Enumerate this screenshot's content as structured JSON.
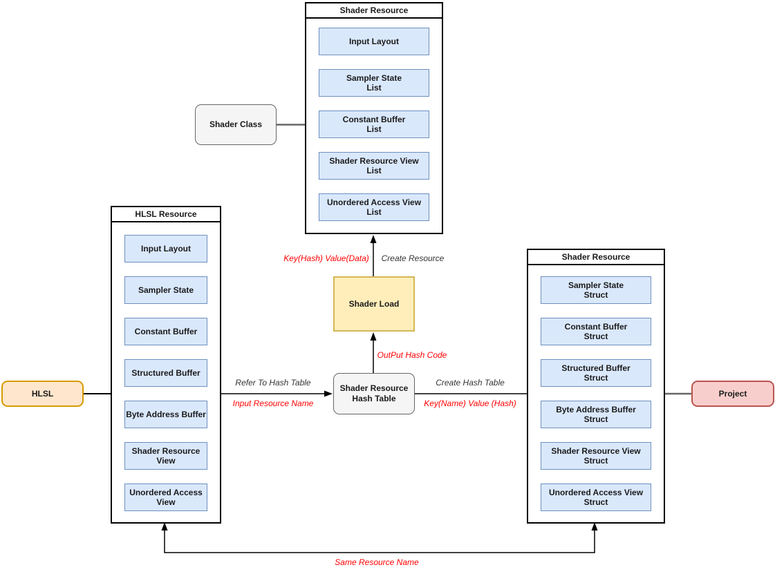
{
  "diagram": {
    "nodes": {
      "shader_class": "Shader Class",
      "hlsl": "HLSL",
      "shader_load": "Shader Load",
      "hash_table": "Shader Resource\nHash Table",
      "project": "Project"
    },
    "containers": {
      "top": {
        "title": "Shader Resource",
        "items": [
          "Input Layout",
          "Sampler State\nList",
          "Constant Buffer\nList",
          "Shader Resource View\nList",
          "Unordered Access View\nList"
        ]
      },
      "left": {
        "title": "HLSL Resource",
        "items": [
          "Input Layout",
          "Sampler State",
          "Constant Buffer",
          "Structured Buffer",
          "Byte Address Buffer",
          "Shader Resource\nView",
          "Unordered Access\nView"
        ]
      },
      "right": {
        "title": "Shader Resource",
        "items": [
          "Sampler State\nStruct",
          "Constant Buffer\nStruct",
          "Structured Buffer\nStruct",
          "Byte Address Buffer\nStruct",
          "Shader Resource View\nStruct",
          "Unordered Access View\nStruct"
        ]
      }
    },
    "edge_labels": {
      "key_hash_value_data": "Key(Hash) Value(Data)",
      "create_resource": "Create Resource",
      "output_hash_code": "OutPut Hash Code",
      "refer_to_hash_table": "Refer To Hash Table",
      "input_resource_name": "Input Resource Name",
      "create_hash_table": "Create Hash Table",
      "key_name_value_hash": "Key(Name) Value (Hash)",
      "same_resource_name": "Same Resource Name"
    },
    "colors": {
      "item_fill": "#dae8fc",
      "item_border": "#6c8ebf",
      "container_border": "#000000",
      "yellow_fill": "#ffeeba",
      "yellow_border": "#d6b656",
      "orange_fill": "#ffe6cc",
      "orange_border": "#d79b00",
      "red_fill": "#f8cecc",
      "red_border": "#b85450",
      "gray_fill": "#f5f5f5",
      "gray_border": "#666666",
      "label_red": "#ff0000",
      "label_dark": "#333333"
    }
  }
}
